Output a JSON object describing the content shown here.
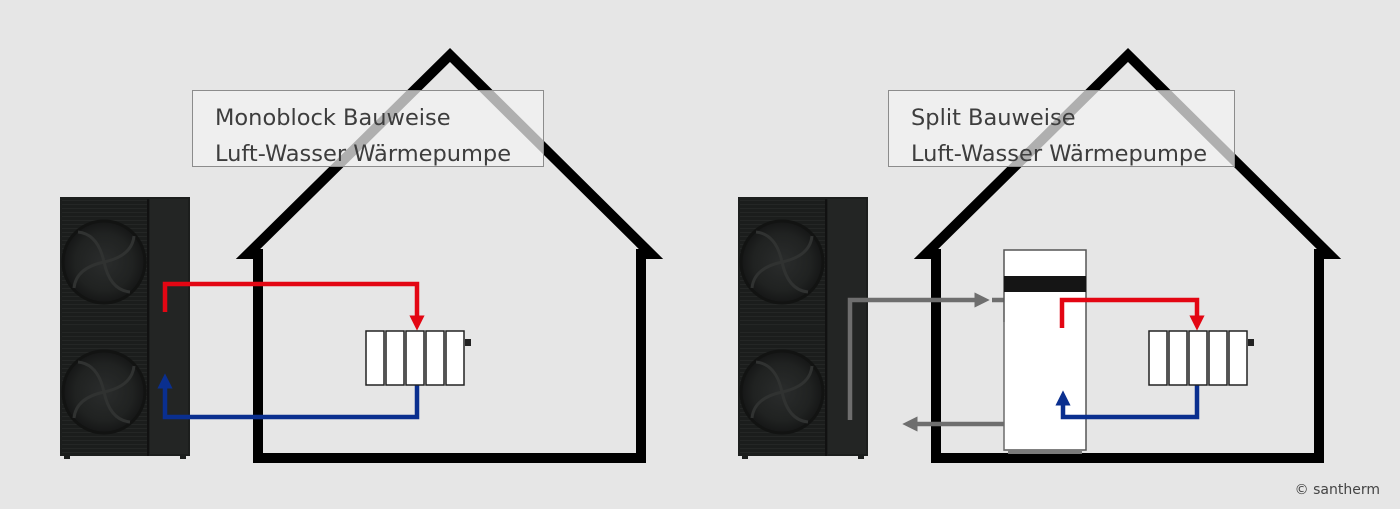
{
  "monoblock": {
    "title_line1": "Monoblock Bauweise",
    "title_line2": "Luft-Wasser Wärmepumpe"
  },
  "split": {
    "title_line1": "Split Bauweise",
    "title_line2": "Luft-Wasser Wärmepumpe"
  },
  "copyright": "© santherm",
  "colors": {
    "background": "#e6e6e6",
    "house_outline": "#000000",
    "supply_flow": "#e30613",
    "return_flow": "#0a2f8f",
    "refrigerant_line": "#6e6e6e",
    "heat_pump_body": "#1c1e1d"
  }
}
